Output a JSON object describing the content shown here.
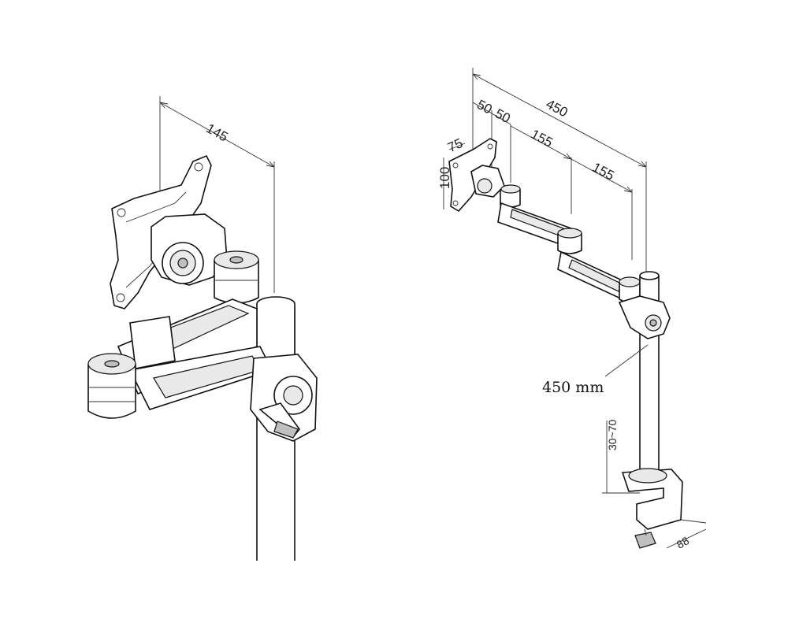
{
  "left_view": {
    "dimension_width": "145"
  },
  "right_view": {
    "dimension_total": "450",
    "dimension_offset_a": "50",
    "dimension_offset_b": "50",
    "dimension_arm_1": "155",
    "dimension_arm_2": "155",
    "dimension_vesa_w": "75",
    "dimension_vesa_h": "100",
    "pole_height_label": "450 mm",
    "clamp_range": "30~70",
    "clamp_depth": "88"
  }
}
